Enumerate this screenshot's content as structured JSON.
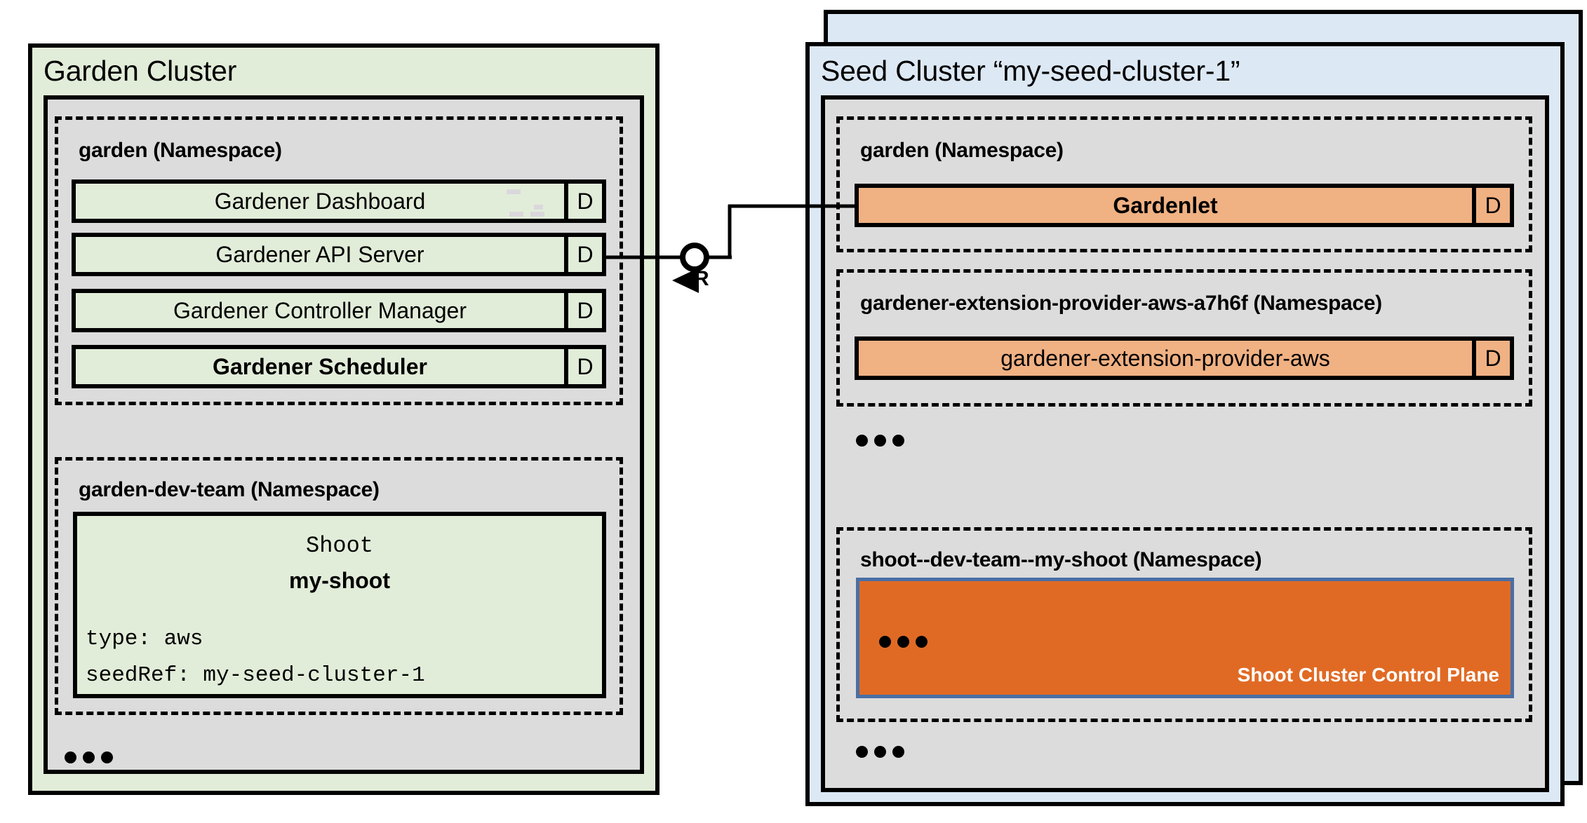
{
  "diagram": {
    "title": "Gardener Garden Cluster and Seed Cluster architecture",
    "colors": {
      "garden_cluster_fill": "#E2EDD9",
      "seed_cluster_fill": "#DDE8F5",
      "cluster_body_fill": "#DCDCDC",
      "component_green": "#E2EDD9",
      "component_orange": "#F0B183",
      "control_plane_fill": "#E06A24",
      "control_plane_border": "#4A6FA5",
      "stroke": "#000000"
    }
  },
  "garden_cluster": {
    "title": "Garden Cluster",
    "namespaces": [
      {
        "name": "garden (Namespace)",
        "components": [
          {
            "label": "Gardener Dashboard",
            "badge": "D",
            "bold": false
          },
          {
            "label": "Gardener API Server",
            "badge": "D",
            "bold": false
          },
          {
            "label": "Gardener Controller Manager",
            "badge": "D",
            "bold": false
          },
          {
            "label": "Gardener Scheduler",
            "badge": "D",
            "bold": true
          }
        ]
      },
      {
        "name": "garden-dev-team (Namespace)",
        "resource": {
          "kind": "Shoot",
          "name": "my-shoot",
          "spec_lines": [
            "type: aws",
            "seedRef: my-seed-cluster-1"
          ]
        }
      }
    ],
    "more_indicator": "•••"
  },
  "seed_cluster": {
    "title": "Seed Cluster “my-seed-cluster-1”",
    "namespaces": [
      {
        "name": "garden (Namespace)",
        "components": [
          {
            "label": "Gardenlet",
            "badge": "D",
            "bold": true
          }
        ]
      },
      {
        "name": "gardener-extension-provider-aws-a7h6f (Namespace)",
        "components": [
          {
            "label": "gardener-extension-provider-aws",
            "badge": "D",
            "bold": false
          }
        ]
      },
      {
        "name": "shoot--dev-team--my-shoot (Namespace)",
        "control_plane": {
          "caption": "Shoot Cluster Control Plane",
          "more_indicator": "•••"
        }
      }
    ],
    "more_indicator_mid": "•••",
    "more_indicator_bottom": "•••"
  },
  "connector": {
    "label": "R",
    "from": "Gardener API Server",
    "to": "Gardenlet"
  }
}
